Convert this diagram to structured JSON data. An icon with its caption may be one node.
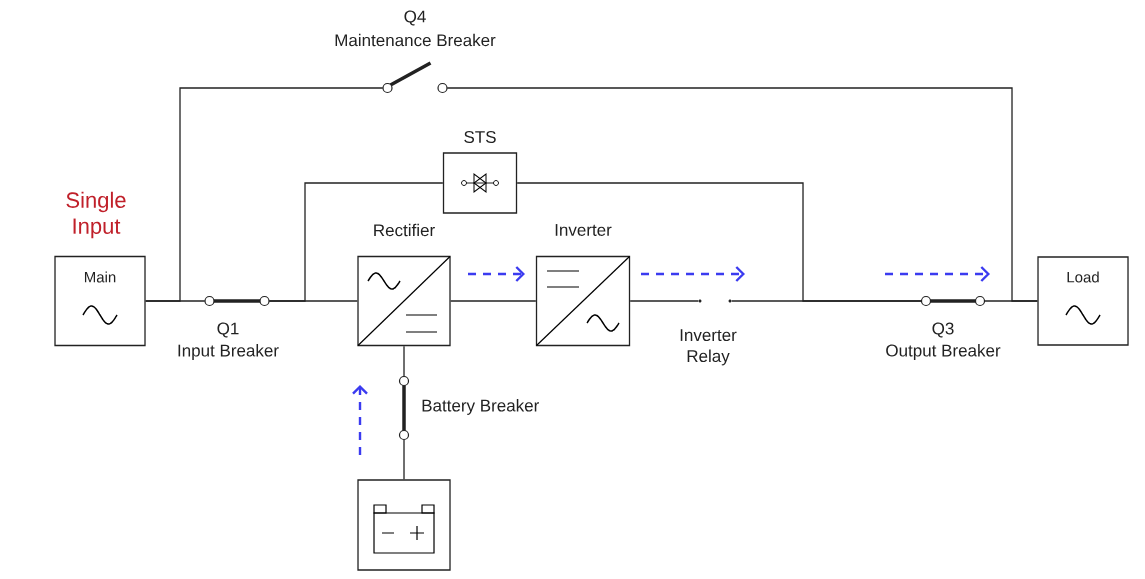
{
  "diagram": {
    "nodes": [
      {
        "text": [],
        "shape": "open-breaker",
        "beside": [
          "Q4",
          "Maintenance Breaker"
        ]
      },
      {
        "text": [
          "STS"
        ]
      },
      {
        "text": [
          "Main"
        ]
      },
      {
        "text": [],
        "shape": "breaker",
        "beside": [
          "Q1",
          "Input Breaker"
        ]
      },
      {
        "text": [
          "Rectifier"
        ]
      },
      {
        "text": [
          "Inverter"
        ]
      },
      {
        "text": [],
        "shape": "relay",
        "beside": [
          "Inverter Relay"
        ]
      },
      {
        "text": [],
        "shape": "breaker",
        "beside": [
          "Q3",
          "Output Breaker"
        ]
      },
      {
        "text": [
          "Load"
        ]
      },
      {
        "text": [],
        "shape": "breaker",
        "beside": [
          "Battery Breaker"
        ]
      },
      {
        "text": [],
        "shape": "battery"
      }
    ],
    "edges": [
      {
        "from": 2,
        "to": 3,
        "arrow": "none"
      },
      {
        "from": 2,
        "to": 0,
        "arrow": "none"
      },
      {
        "from": 3,
        "to": 4,
        "arrow": "none"
      },
      {
        "from": 3,
        "to": 1,
        "arrow": "none"
      },
      {
        "from": 4,
        "to": 5,
        "arrow": "none"
      },
      {
        "from": 5,
        "to": 6,
        "arrow": "none"
      },
      {
        "from": 6,
        "to": 7,
        "arrow": "none"
      },
      {
        "from": 1,
        "to": 7,
        "arrow": "none"
      },
      {
        "from": 7,
        "to": 8,
        "arrow": "none"
      },
      {
        "from": 0,
        "to": 8,
        "arrow": "none"
      },
      {
        "from": 4,
        "to": 9,
        "arrow": "none"
      },
      {
        "from": 9,
        "to": 10,
        "arrow": "none"
      }
    ],
    "labels": [
      "Single Input"
    ]
  }
}
